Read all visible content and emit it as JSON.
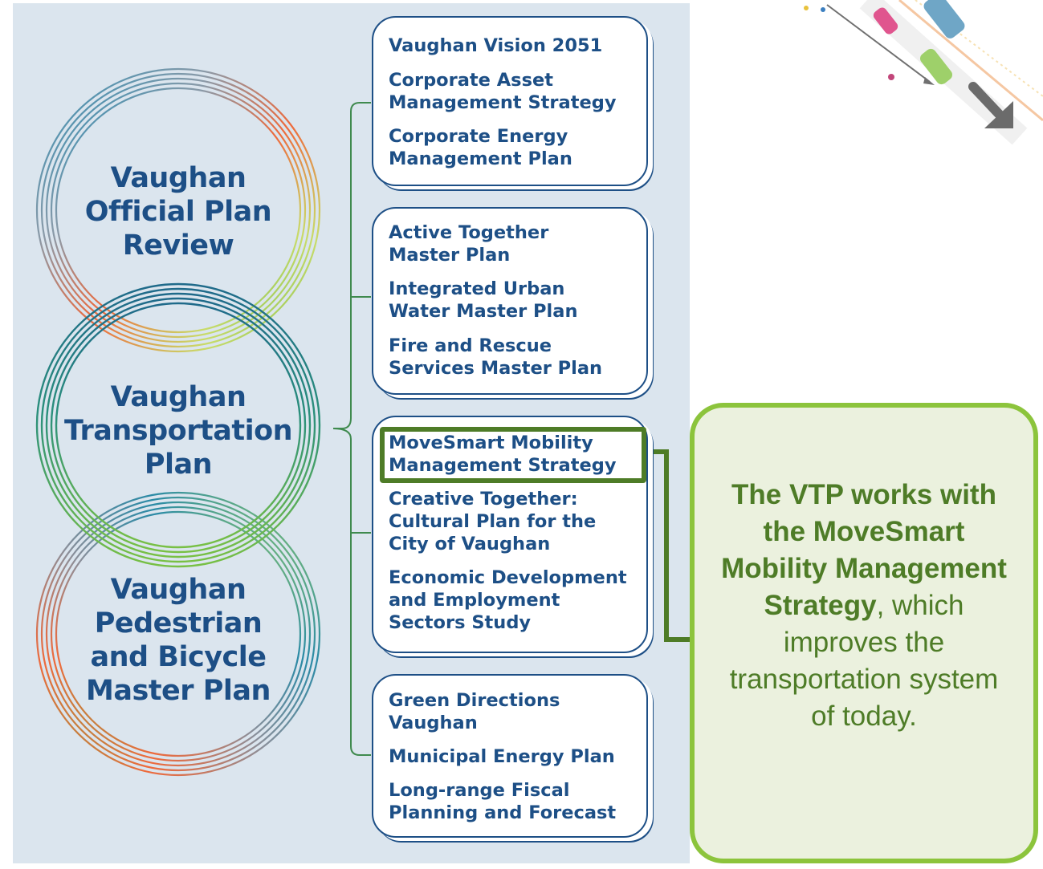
{
  "circles": [
    {
      "name": "official-plan",
      "lines": [
        "Vaughan",
        "Official Plan",
        "Review"
      ]
    },
    {
      "name": "transportation-plan",
      "lines": [
        "Vaughan",
        "Transportation",
        "Plan"
      ]
    },
    {
      "name": "pedestrian-bicycle-plan",
      "lines": [
        "Vaughan",
        "Pedestrian",
        "and Bicycle",
        "Master Plan"
      ]
    }
  ],
  "groups": [
    {
      "items": [
        [
          "Vaughan Vision 2051"
        ],
        [
          "Corporate Asset",
          "Management Strategy"
        ],
        [
          "Corporate Energy",
          "Management Plan"
        ]
      ]
    },
    {
      "items": [
        [
          "Active Together",
          "Master Plan"
        ],
        [
          "Integrated Urban",
          "Water Master Plan"
        ],
        [
          "Fire and Rescue",
          "Services Master Plan"
        ]
      ]
    },
    {
      "items": [
        [
          "MoveSmart Mobility",
          "Management Strategy"
        ],
        [
          "Creative Together:",
          "Cultural Plan for the",
          "City of Vaughan"
        ],
        [
          "Economic Development",
          "and Employment",
          "Sectors Study"
        ]
      ]
    },
    {
      "items": [
        [
          "Green Directions",
          "Vaughan"
        ],
        [
          "Municipal Energy Plan"
        ],
        [
          "Long-range Fiscal",
          "Planning and Forecast"
        ]
      ]
    }
  ],
  "callout": {
    "bold": "The VTP works with the MoveSmart Mobility Management Strategy",
    "rest": ", which improves the transportation system of today."
  },
  "colors": {
    "panel": "#dbe5ee",
    "navy": "#1d4f86",
    "connector": "#3f8a4e",
    "highlight": "#4e7c27",
    "callout_border": "#8cc43c",
    "callout_fill": "#ebf1de"
  },
  "icons": [
    "street-illustration"
  ]
}
